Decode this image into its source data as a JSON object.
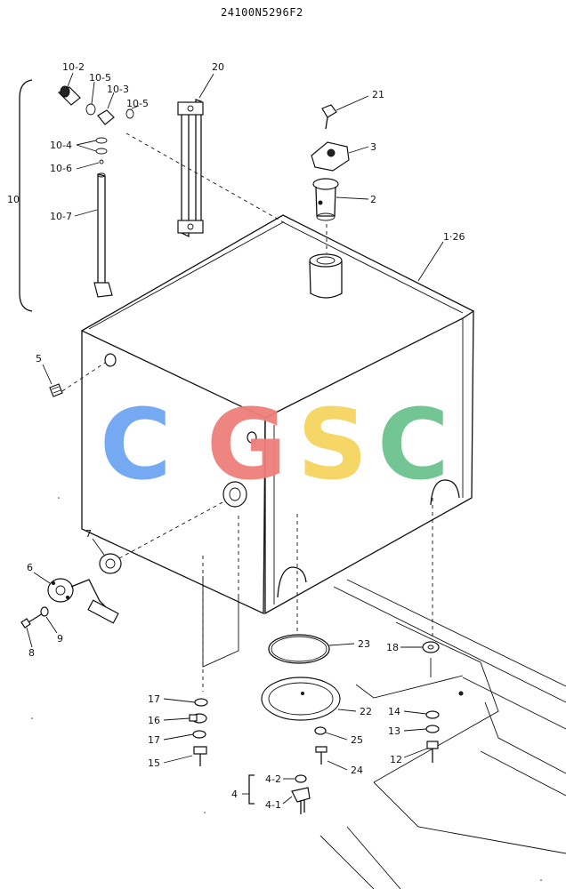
{
  "drawing_code": "24100N5296F2",
  "watermark": {
    "letters": [
      "C",
      "G",
      "S",
      "C"
    ],
    "colors": [
      "#6ea6f2",
      "#ef7f7a",
      "#f5d45e",
      "#6cc28f"
    ]
  },
  "callouts": {
    "c10_2": "10-2",
    "c10_5a": "10-5",
    "c10_3": "10-3",
    "c10_5b": "10-5",
    "c10_4": "10-4",
    "c10_6": "10-6",
    "c10": "10",
    "c10_7": "10-7",
    "c20": "20",
    "c21": "21",
    "c3": "3",
    "c2": "2",
    "c1_26": "1·26",
    "c5": "5",
    "c7": "7",
    "c6": "6",
    "c8": "8",
    "c9": "9",
    "c23": "23",
    "c22": "22",
    "c18": "18",
    "c14": "14",
    "c13": "13",
    "c12": "12",
    "c17a": "17",
    "c16": "16",
    "c17b": "17",
    "c15": "15",
    "c25": "25",
    "c24": "24",
    "c4": "4",
    "c4_2": "4-2",
    "c4_1": "4-1"
  }
}
